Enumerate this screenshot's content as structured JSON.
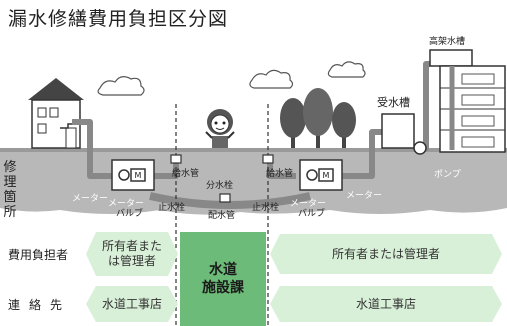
{
  "title": "漏水修繕費用負担区分図",
  "labels": {
    "koka_suiso": "高架水槽",
    "jusuiso": "受水槽",
    "pump": "ポンプ",
    "kyusuikan_left": "給水管",
    "kyusuikan_right": "給水管",
    "bunsuisen": "分水栓",
    "haisuikan": "配水管",
    "shisuisen_left": "止水栓",
    "shisuisen_right": "止水栓",
    "meter_left": "メーター",
    "meter_right": "メーター",
    "meter_valve_left_1": "メーター",
    "meter_valve_left_2": "バルブ",
    "meter_valve_right_1": "メーター",
    "meter_valve_right_2": "バルブ",
    "meter_box_left": "M",
    "meter_box_right": "M"
  },
  "vertical_label": [
    "修",
    "理",
    "箇",
    "所"
  ],
  "rows": {
    "cost_bearer": {
      "label": "費用負担者",
      "left": "所有者または管理者",
      "right": "所有者または管理者"
    },
    "contact": {
      "label": "連絡先",
      "left": "水道工事店",
      "right": "水道工事店"
    }
  },
  "center_box": [
    "水道",
    "施設課"
  ],
  "colors": {
    "light_green": "#d9f0d8",
    "dark_green": "#6dbb78",
    "ground": "#b8b8b8",
    "pipe": "#888888"
  }
}
